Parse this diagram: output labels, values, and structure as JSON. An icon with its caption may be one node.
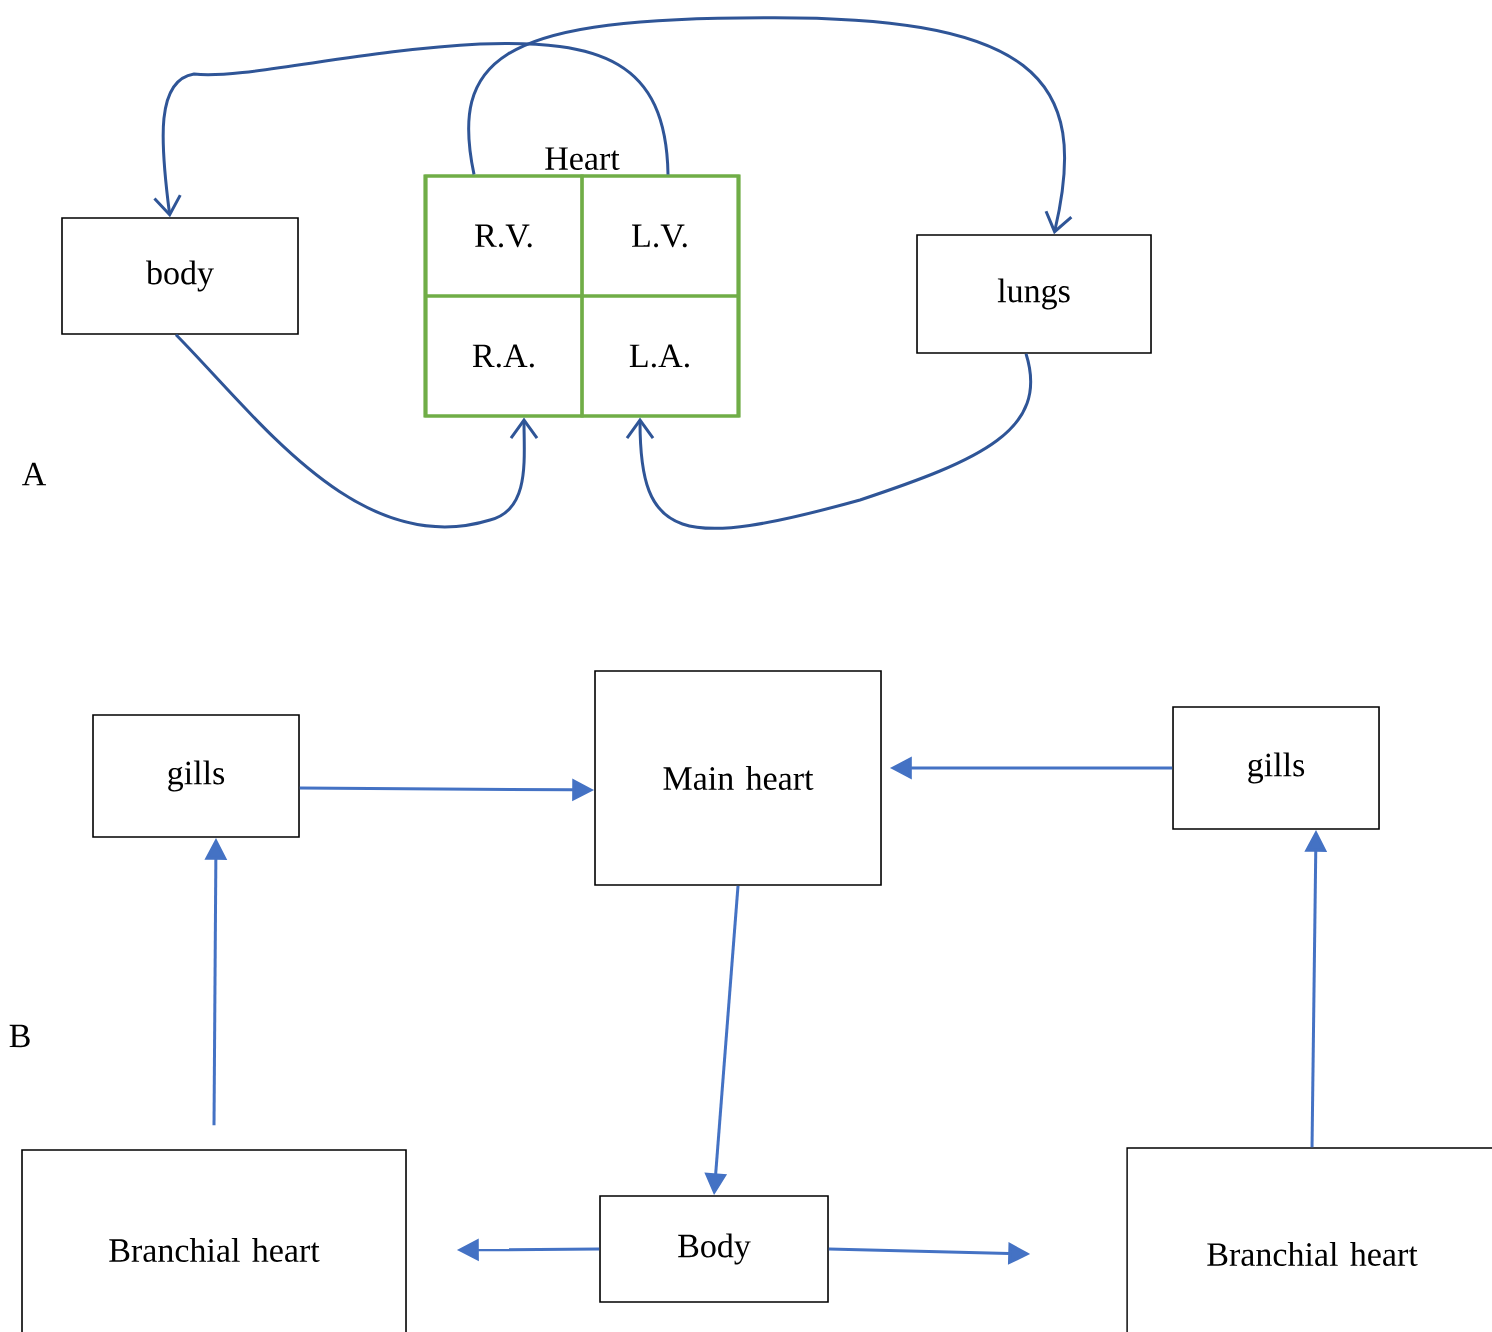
{
  "diagram": {
    "nodes": [
      {
        "text": [
          "body"
        ]
      },
      {
        "text": [
          "Heart"
        ]
      },
      {
        "text": [
          "R.V."
        ],
        "in": 1
      },
      {
        "text": [
          "L.V."
        ],
        "in": 1
      },
      {
        "text": [
          "R.A."
        ],
        "in": 1
      },
      {
        "text": [
          "L.A."
        ],
        "in": 1
      },
      {
        "text": [
          "lungs"
        ]
      },
      {
        "text": [
          "gills"
        ]
      },
      {
        "text": [
          "Main heart"
        ]
      },
      {
        "text": [
          "gills"
        ]
      },
      {
        "text": [
          "Branchial heart"
        ]
      },
      {
        "text": [
          "Body"
        ]
      },
      {
        "text": [
          "Branchial heart"
        ]
      }
    ],
    "edges": [
      {
        "from": 2,
        "to": 6,
        "arrow": "to",
        "color": "#2f5597"
      },
      {
        "from": 3,
        "to": 0,
        "arrow": "to",
        "color": "#2f5597"
      },
      {
        "from": 0,
        "to": 4,
        "arrow": "to",
        "color": "#2f5597"
      },
      {
        "from": 6,
        "to": 5,
        "arrow": "to",
        "color": "#2f5597"
      },
      {
        "from": 7,
        "to": 8,
        "arrow": "to"
      },
      {
        "from": 9,
        "to": 8,
        "arrow": "to"
      },
      {
        "from": 8,
        "to": 11,
        "arrow": "to"
      },
      {
        "from": 10,
        "to": 7,
        "arrow": "to"
      },
      {
        "from": 12,
        "to": 9,
        "arrow": "to"
      },
      {
        "from": 11,
        "to": 10,
        "arrow": "to"
      },
      {
        "from": 11,
        "to": 12,
        "arrow": "to"
      }
    ],
    "labels": [
      "A",
      "B"
    ]
  }
}
